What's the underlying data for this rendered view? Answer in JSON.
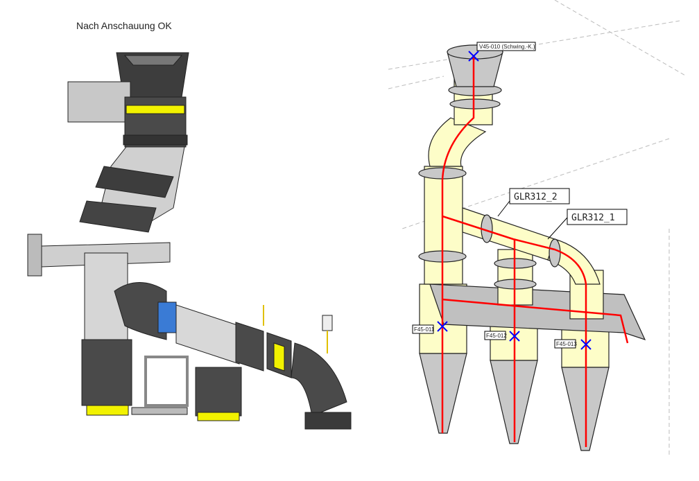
{
  "caption": "Nach Anschauung OK",
  "schematic": {
    "top_label": "V45-010 (Schwing.-K.)",
    "callouts": [
      "GLR312_2",
      "GLR312_1"
    ],
    "cyclone_labels": [
      "F45-011",
      "F45-012",
      "F45-013"
    ]
  },
  "colors": {
    "pipe_dark": "#4a4a4a",
    "ring": "#f2f200",
    "duct": "#d4d4d4",
    "cyclone": "#fdfdc8",
    "route": "#ff0000",
    "marker": "#0000ff"
  }
}
